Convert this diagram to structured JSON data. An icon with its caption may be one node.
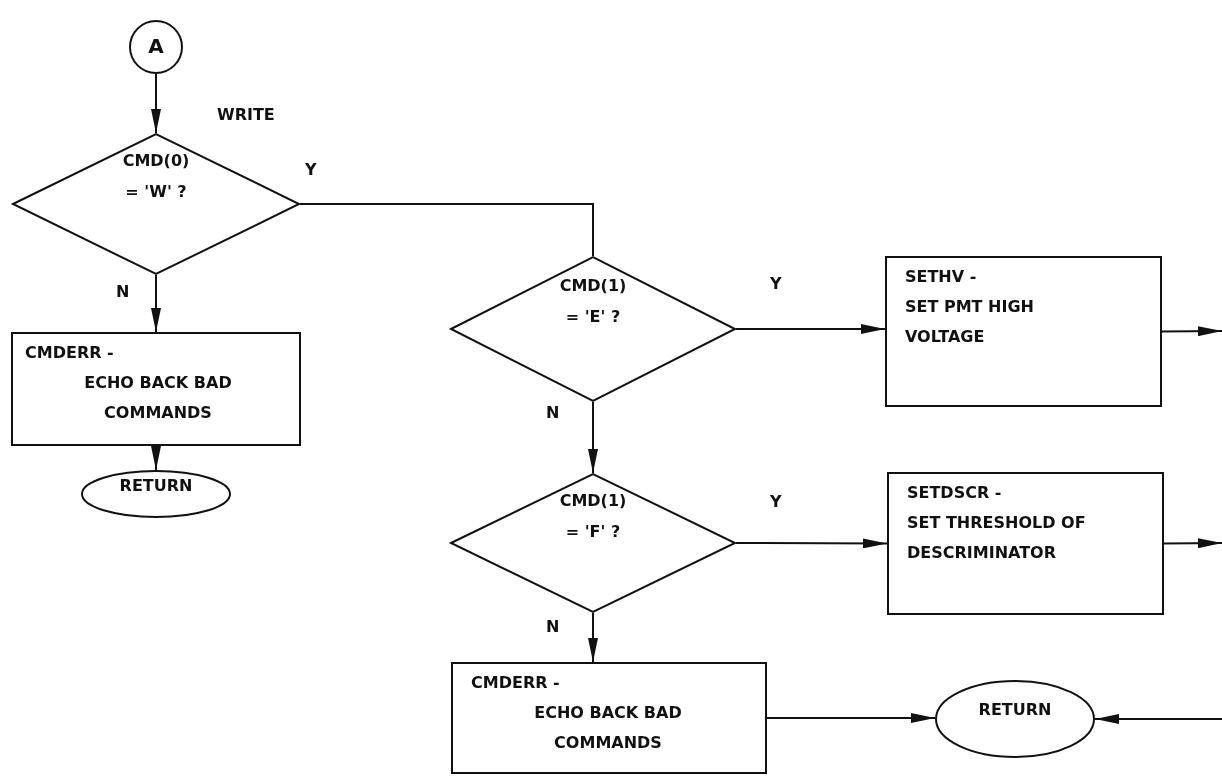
{
  "diagram": {
    "nodes": [
      {
        "text": [
          "A"
        ]
      },
      {
        "text": [
          "CMD(0) = 'W' ?"
        ]
      },
      {
        "text": [
          "CMDERR -",
          "ECHO BACK BAD COMMANDS"
        ]
      },
      {
        "text": [
          "RETURN"
        ]
      },
      {
        "text": [
          "CMD(1) = 'E' ?"
        ]
      },
      {
        "text": [
          "SETHV -",
          "SET PMT HIGH VOLTAGE"
        ]
      },
      {
        "text": [
          "CMD(1) = 'F' ?"
        ]
      },
      {
        "text": [
          "SETDSCR -",
          "SET THRESHOLD OF DESCRIMINATOR"
        ]
      },
      {
        "text": [
          "CMDERR -",
          "ECHO BACK BAD COMMANDS"
        ]
      },
      {
        "text": [
          "RETURN"
        ]
      }
    ],
    "edges": [
      {
        "from": 0,
        "to": 1,
        "arrow": "to",
        "label": "WRITE"
      },
      {
        "from": 1,
        "to": 4,
        "arrow": "none",
        "label": "Y"
      },
      {
        "from": 1,
        "to": 2,
        "arrow": "to",
        "label": "N"
      },
      {
        "from": 2,
        "to": 3,
        "arrow": "to"
      },
      {
        "from": 4,
        "to": 5,
        "arrow": "to",
        "label": "Y"
      },
      {
        "from": 4,
        "to": 6,
        "arrow": "to",
        "label": "N"
      },
      {
        "from": 6,
        "to": 7,
        "arrow": "to",
        "label": "Y"
      },
      {
        "from": 6,
        "to": 8,
        "arrow": "to",
        "label": "N"
      },
      {
        "from": 5,
        "to": null,
        "arrow": "to"
      },
      {
        "from": 7,
        "to": null,
        "arrow": "to"
      },
      {
        "from": 8,
        "to": 9,
        "arrow": "to"
      },
      {
        "from": null,
        "to": 9,
        "arrow": "to"
      }
    ]
  }
}
